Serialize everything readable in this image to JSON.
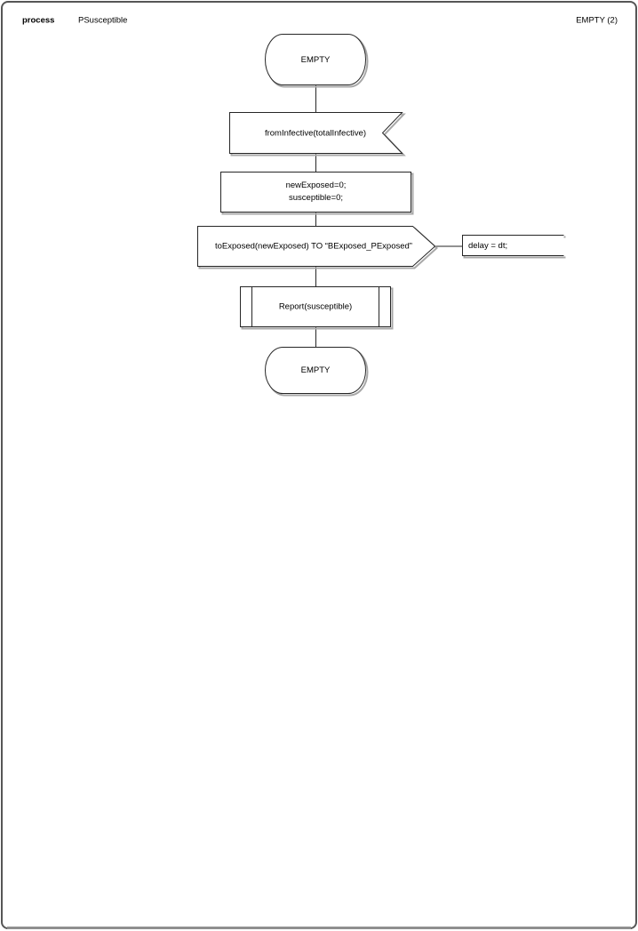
{
  "header": {
    "kind_label": "process",
    "process_name": "PSusceptible",
    "page_label": "EMPTY (2)"
  },
  "diagram": {
    "nodes": [
      {
        "type": "state",
        "label": "EMPTY"
      },
      {
        "type": "input-signal",
        "label": "fromInfective(totalInfective)"
      },
      {
        "type": "task",
        "lines": [
          "newExposed=0;",
          "susceptible=0;"
        ]
      },
      {
        "type": "output-signal",
        "label": "toExposed(newExposed) TO “BExposed_PExposed”"
      },
      {
        "type": "comment",
        "label": "delay = dt;"
      },
      {
        "type": "procedure-call",
        "label": "Report(susceptible)"
      },
      {
        "type": "state",
        "label": "EMPTY"
      }
    ]
  },
  "colors": {
    "line": "#262626",
    "shadow": "#a8a8a8",
    "page_border": "#565656",
    "background": "#ffffff",
    "text": "#000000"
  }
}
